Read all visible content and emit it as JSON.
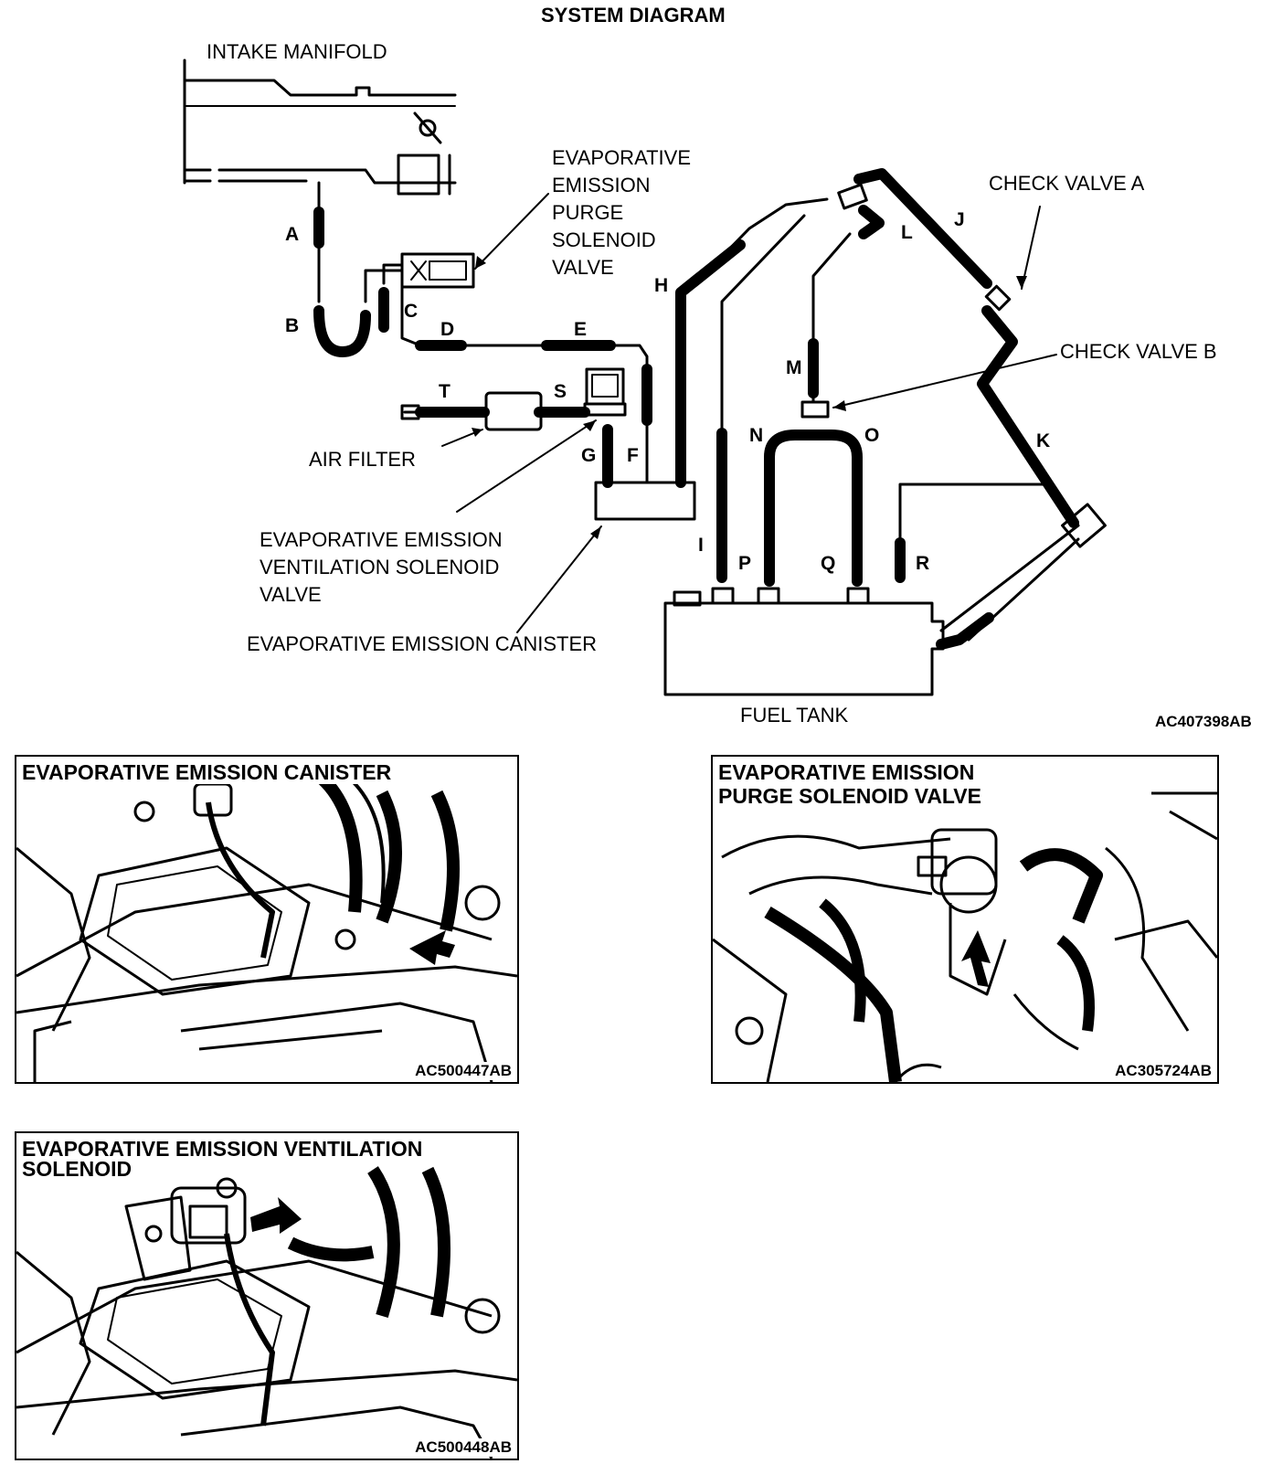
{
  "diagram": {
    "title": "SYSTEM DIAGRAM",
    "code": "AC407398AB",
    "labels": {
      "intake_manifold": "INTAKE MANIFOLD",
      "purge_valve": [
        "EVAPORATIVE",
        "EMISSION",
        "PURGE",
        "SOLENOID",
        "VALVE"
      ],
      "check_valve_a": "CHECK VALVE A",
      "check_valve_b": "CHECK VALVE B",
      "air_filter": "AIR FILTER",
      "ventilation_valve": [
        "EVAPORATIVE EMISSION",
        "VENTILATION SOLENOID",
        "VALVE"
      ],
      "canister": "EVAPORATIVE EMISSION CANISTER",
      "fuel_tank": "FUEL TANK"
    },
    "hose_letters": [
      "A",
      "B",
      "C",
      "D",
      "E",
      "F",
      "G",
      "H",
      "I",
      "J",
      "K",
      "L",
      "M",
      "N",
      "O",
      "P",
      "Q",
      "R",
      "S",
      "T"
    ]
  },
  "photos": [
    {
      "title": [
        "EVAPORATIVE EMISSION CANISTER"
      ],
      "code": "AC500447AB"
    },
    {
      "title": [
        "EVAPORATIVE EMISSION",
        "PURGE SOLENOID VALVE"
      ],
      "code": "AC305724AB"
    },
    {
      "title": [
        "EVAPORATIVE EMISSION VENTILATION",
        "SOLENOID"
      ],
      "code": "AC500448AB"
    }
  ]
}
